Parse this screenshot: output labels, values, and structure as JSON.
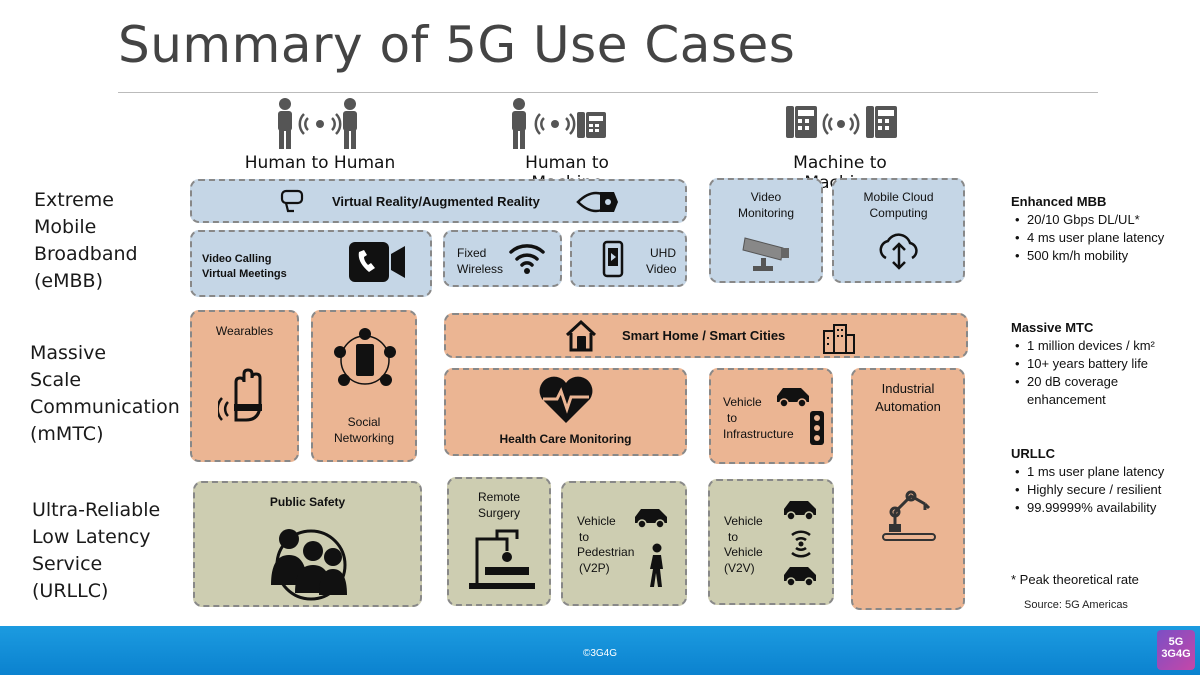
{
  "title": "Summary of 5G Use Cases",
  "columns": [
    "Human to Human",
    "Human to Machine",
    "Machine to Machine"
  ],
  "categories": {
    "embb": [
      "Extreme",
      "Mobile",
      "Broadband",
      "(eMBB)"
    ],
    "mmtc": [
      "Massive",
      "Scale",
      "Communication",
      "(mMTC)"
    ],
    "urllc": [
      "Ultra-Reliable",
      "Low Latency",
      "Service",
      "(URLLC)"
    ]
  },
  "embb_boxes": {
    "vr": "Virtual Reality/Augmented Reality",
    "video_calling_1": "Video Calling",
    "video_calling_2": "Virtual Meetings",
    "fixed_wireless_1": "Fixed",
    "fixed_wireless_2": "Wireless",
    "uhd_1": "UHD",
    "uhd_2": "Video",
    "video_monitoring_1": "Video",
    "video_monitoring_2": "Monitoring",
    "mobile_cloud_1": "Mobile Cloud",
    "mobile_cloud_2": "Computing"
  },
  "mmtc_boxes": {
    "wearables": "Wearables",
    "social_1": "Social",
    "social_2": "Networking",
    "smart_home": "Smart Home / Smart Cities",
    "health": "Health Care Monitoring",
    "v2i_1": "Vehicle",
    "v2i_2": "to",
    "v2i_3": "Infrastructure",
    "industrial_1": "Industrial",
    "industrial_2": "Automation"
  },
  "urllc_boxes": {
    "public_safety": "Public Safety",
    "remote_1": "Remote",
    "remote_2": "Surgery",
    "v2p_1": "Vehicle",
    "v2p_2": "to",
    "v2p_3": "Pedestrian",
    "v2p_4": "(V2P)",
    "v2v_1": "Vehicle",
    "v2v_2": "to",
    "v2v_3": "Vehicle",
    "v2v_4": "(V2V)"
  },
  "sidebar": {
    "embb_title": "Enhanced MBB",
    "embb_items": [
      "20/10 Gbps DL/UL*",
      "4 ms user plane latency",
      "500 km/h mobility"
    ],
    "mmtc_title": "Massive MTC",
    "mmtc_items": [
      "1 million devices / km²",
      "10+ years battery life",
      "20 dB coverage enhancement"
    ],
    "urllc_title": "URLLC",
    "urllc_items": [
      "1 ms user plane latency",
      "Highly secure / resilient",
      "99.99999% availability"
    ],
    "footnote": "* Peak theoretical rate",
    "source": "Source: 5G Americas"
  },
  "footer": {
    "copyright": "©3G4G",
    "logo_top": "5G",
    "logo_bottom": "3G4G"
  },
  "colors": {
    "blue_box": "#c5d6e6",
    "orange_box": "#ebb593",
    "green_box": "#cdcdb1",
    "footer": "#1c9be0"
  }
}
